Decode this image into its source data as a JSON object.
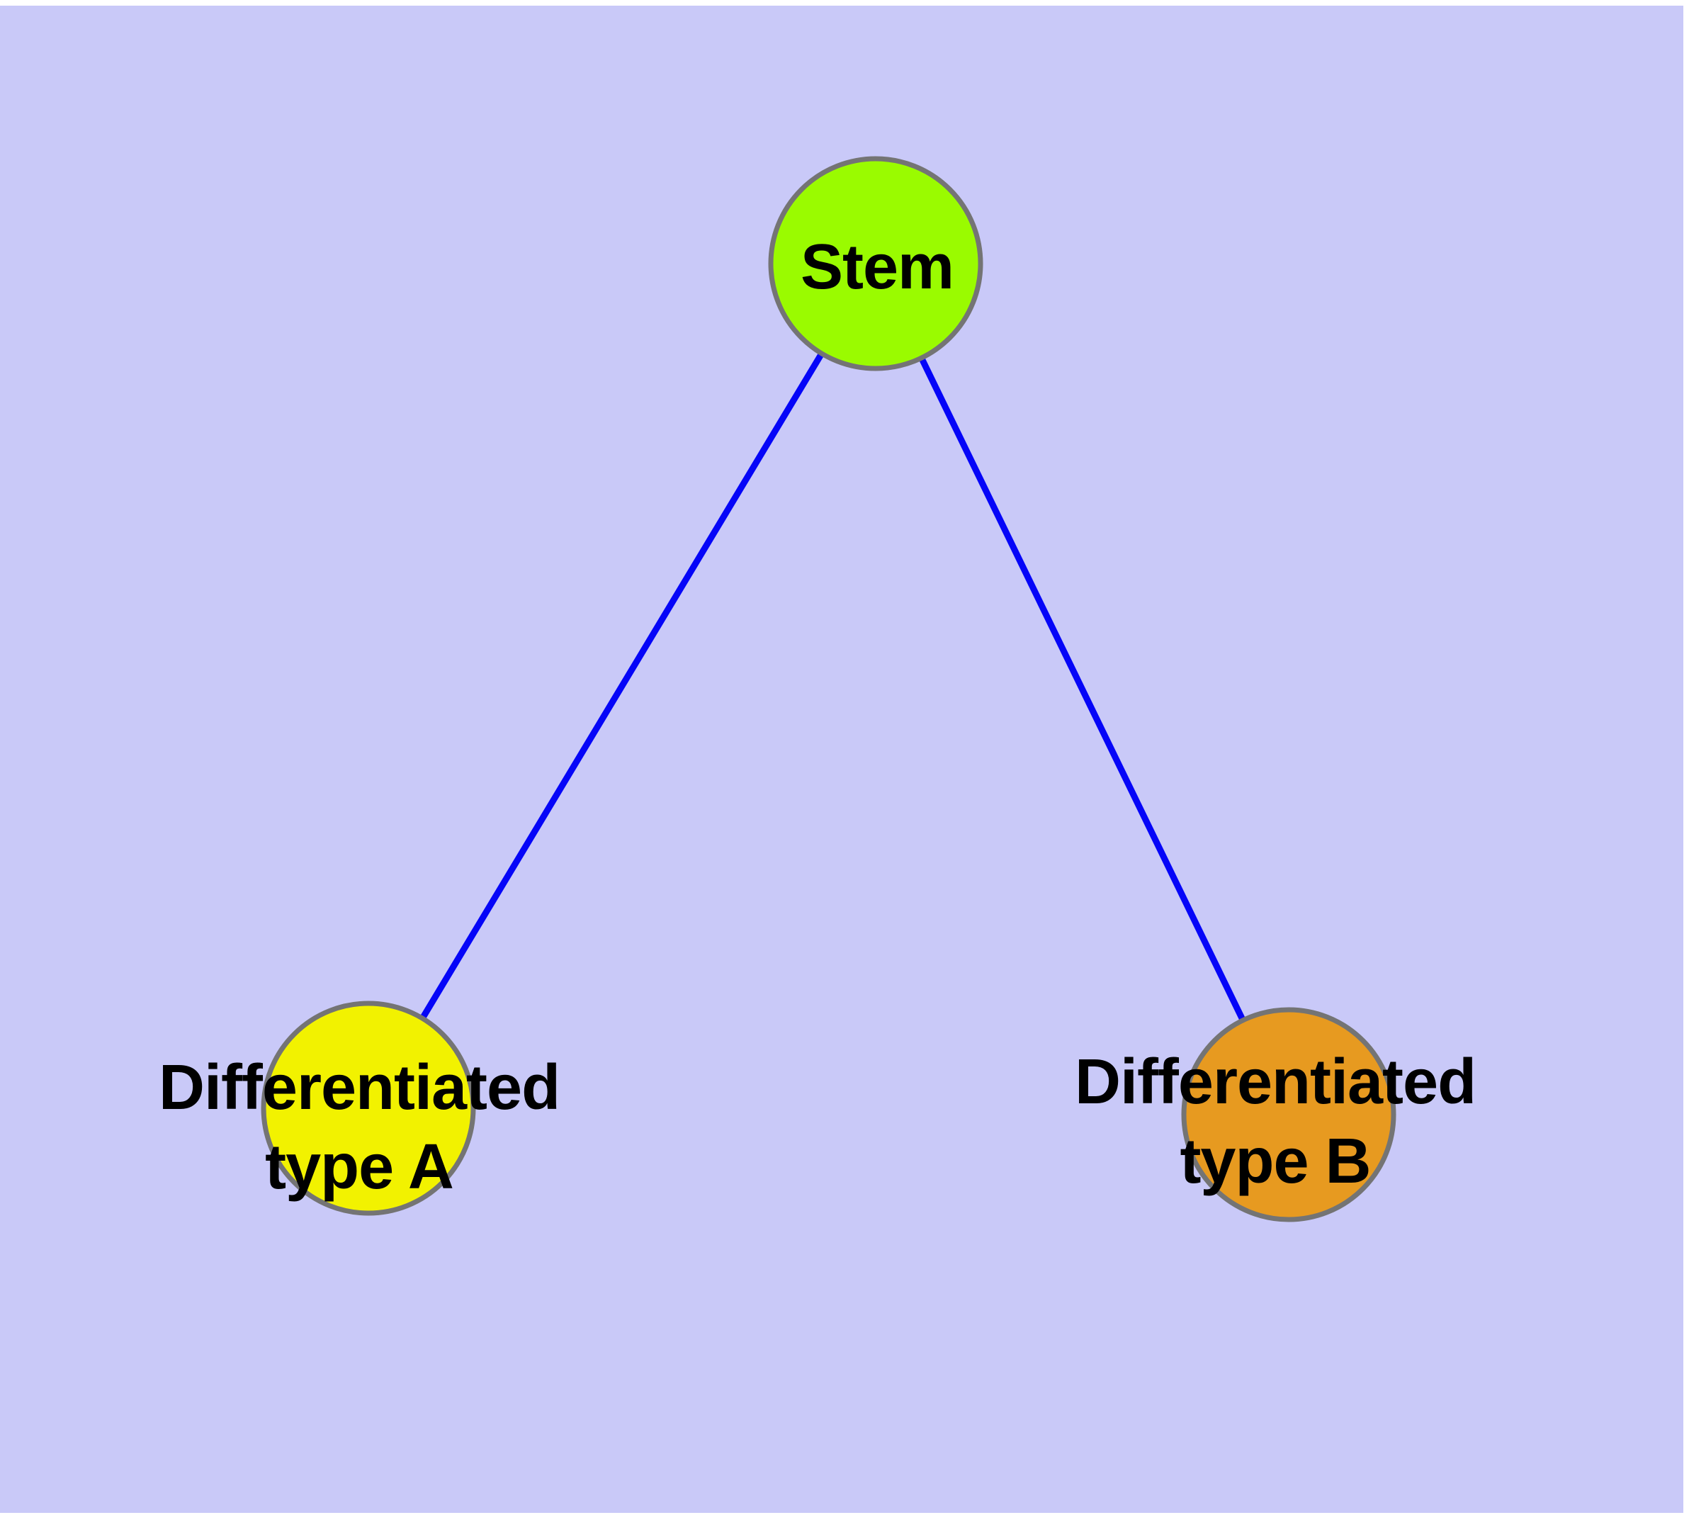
{
  "diagram": {
    "kind": "cell-differentiation-graph",
    "background_color": "#C9C9F8",
    "margin_color": "#FFFFFF",
    "edge_color": "#0505F8",
    "node_border_color": "#747474",
    "label_color": "#000000",
    "nodes": {
      "stem": {
        "label": "Stem",
        "fill": "#9AFB00"
      },
      "type_a": {
        "label_line1": "Differentiated",
        "label_line2": "type A",
        "label": "Differentiated type A",
        "fill": "#F2F200"
      },
      "type_b": {
        "label_line1": "Differentiated",
        "label_line2": "type B",
        "label": "Differentiated type B",
        "fill": "#E79A20"
      }
    },
    "edges": [
      {
        "from": "Stem",
        "to": "Differentiated type A"
      },
      {
        "from": "Stem",
        "to": "Differentiated type B"
      }
    ]
  }
}
